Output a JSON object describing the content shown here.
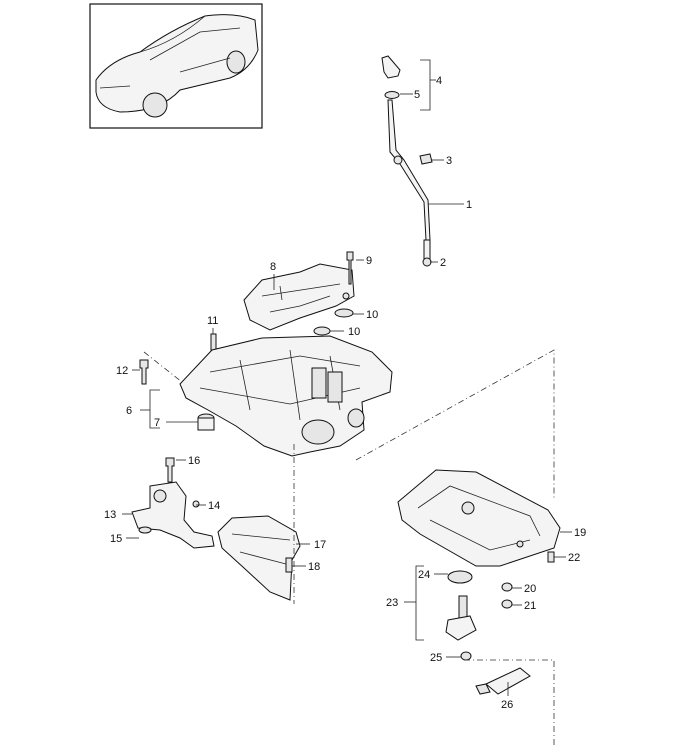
{
  "diagram": {
    "callouts": [
      {
        "id": "c1",
        "text": "1"
      },
      {
        "id": "c2",
        "text": "2"
      },
      {
        "id": "c3",
        "text": "3"
      },
      {
        "id": "c4",
        "text": "4"
      },
      {
        "id": "c5",
        "text": "5"
      },
      {
        "id": "c6",
        "text": "6"
      },
      {
        "id": "c7",
        "text": "7"
      },
      {
        "id": "c8",
        "text": "8"
      },
      {
        "id": "c9",
        "text": "9"
      },
      {
        "id": "c10a",
        "text": "10"
      },
      {
        "id": "c10b",
        "text": "10"
      },
      {
        "id": "c11",
        "text": "11"
      },
      {
        "id": "c12",
        "text": "12"
      },
      {
        "id": "c13",
        "text": "13"
      },
      {
        "id": "c14",
        "text": "14"
      },
      {
        "id": "c15",
        "text": "15"
      },
      {
        "id": "c16",
        "text": "16"
      },
      {
        "id": "c17",
        "text": "17"
      },
      {
        "id": "c18",
        "text": "18"
      },
      {
        "id": "c19",
        "text": "19"
      },
      {
        "id": "c20",
        "text": "20"
      },
      {
        "id": "c21",
        "text": "21"
      },
      {
        "id": "c22",
        "text": "22"
      },
      {
        "id": "c23",
        "text": "23"
      },
      {
        "id": "c24",
        "text": "24"
      },
      {
        "id": "c25",
        "text": "25"
      },
      {
        "id": "c26",
        "text": "26"
      }
    ]
  }
}
